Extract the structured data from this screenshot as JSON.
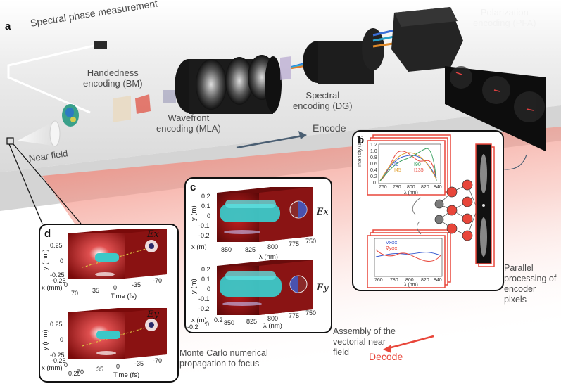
{
  "panel_a": {
    "letter": "a",
    "spectral_phase": "Spectral phase measurement",
    "handedness": [
      "Handedness",
      "encoding (BM)"
    ],
    "wavefront": [
      "Wavefront",
      "encoding (MLA)"
    ],
    "spectral": [
      "Spectral",
      "encoding (DG)"
    ],
    "polarization": [
      "Polarization",
      "encoding (PFA)"
    ],
    "near_field": "Near field",
    "encode": "Encode",
    "decode": "Decode",
    "parallel": [
      "Parallel",
      "processing of",
      "encoder",
      "pixels"
    ],
    "assembly": [
      "Assembly of the",
      "vectorial near",
      "field"
    ],
    "monte_carlo": [
      "Monte Carlo numerical",
      "propagation to focus"
    ]
  },
  "panel_b": {
    "letter": "b",
    "top_plot": {
      "ylabel": "Intensity (a.u.)",
      "xlabel": "λ (nm)",
      "yticks": [
        "1.2",
        "1.0",
        "0.8",
        "0.6",
        "0.4",
        "0.2",
        "0"
      ],
      "xticks": [
        "760",
        "780",
        "800",
        "820",
        "840"
      ],
      "legend": [
        "I0",
        "I45",
        "I90",
        "I135"
      ]
    },
    "bottom_plot": {
      "xlabel": "λ (nm)",
      "xticks": [
        "760",
        "780",
        "800",
        "820",
        "840"
      ],
      "legend": [
        "∇xφx",
        "∇yφx"
      ]
    }
  },
  "panel_c": {
    "letter": "c",
    "top": {
      "field": "Ex",
      "yticks": [
        "0.2",
        "0.1",
        "0",
        "-0.1",
        "-0.2"
      ],
      "ylabel": "y (m)",
      "xlabel": "x (m)",
      "lambda_ticks": [
        "850",
        "825",
        "800",
        "775",
        "750"
      ],
      "lambda_label": "λ (nm)"
    },
    "bottom": {
      "field": "Ey",
      "yticks": [
        "0.2",
        "0.1",
        "0",
        "-0.1",
        "-0.2"
      ],
      "ylabel": "y (m)",
      "xlabel": "x (m)",
      "x_ticks": [
        "-0.2",
        "0",
        "0.2"
      ],
      "lambda_ticks": [
        "850",
        "825",
        "800",
        "775",
        "750"
      ],
      "lambda_label": "λ (nm)"
    }
  },
  "panel_d": {
    "letter": "d",
    "top": {
      "field": "Ex",
      "yticks": [
        "0.25",
        "0",
        "-0.25"
      ],
      "ylabel": "y (mm)",
      "xlabel": "x (mm)",
      "x_ticks": [
        "-0.25",
        "0"
      ],
      "time_ticks": [
        "70",
        "35",
        "0",
        "-35",
        "-70"
      ],
      "time_label": "Time (fs)"
    },
    "bottom": {
      "field": "Ey",
      "yticks": [
        "0.25",
        "0",
        "-0.25"
      ],
      "ylabel": "y (mm)",
      "xlabel": "x (mm)",
      "x_ticks": [
        "-0.25",
        "0",
        "0.25"
      ],
      "time_ticks": [
        "70",
        "35",
        "0",
        "-35",
        "-70"
      ],
      "time_label": "Time (fs)"
    }
  },
  "colors": {
    "accent_red": "#e8463a",
    "cyan": "#3cc8c8",
    "dark_red": "#7a0a0a",
    "arrow_blue": "#4a5e72"
  }
}
